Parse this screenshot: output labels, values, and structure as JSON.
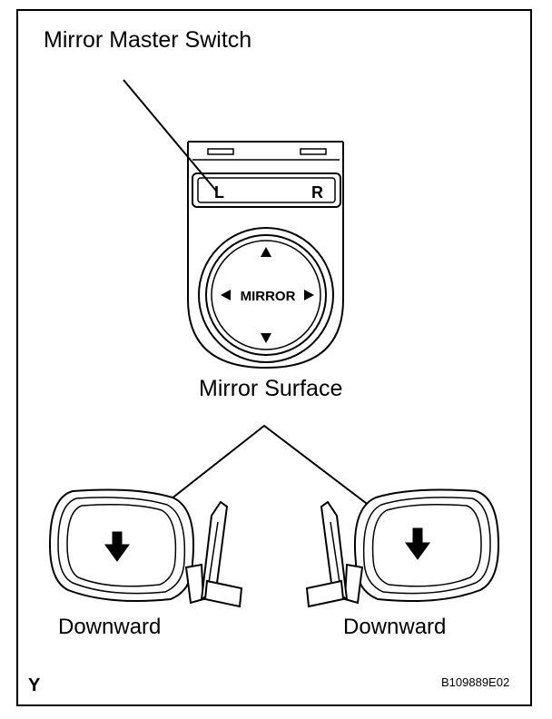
{
  "labels": {
    "title": "Mirror Master Switch",
    "mirror_surface": "Mirror Surface",
    "left_direction": "Downward",
    "right_direction": "Downward",
    "corner_mark": "Y",
    "figure_code": "B109889E02"
  },
  "switch": {
    "left_key": "L",
    "right_key": "R",
    "knob_label": "MIRROR"
  }
}
